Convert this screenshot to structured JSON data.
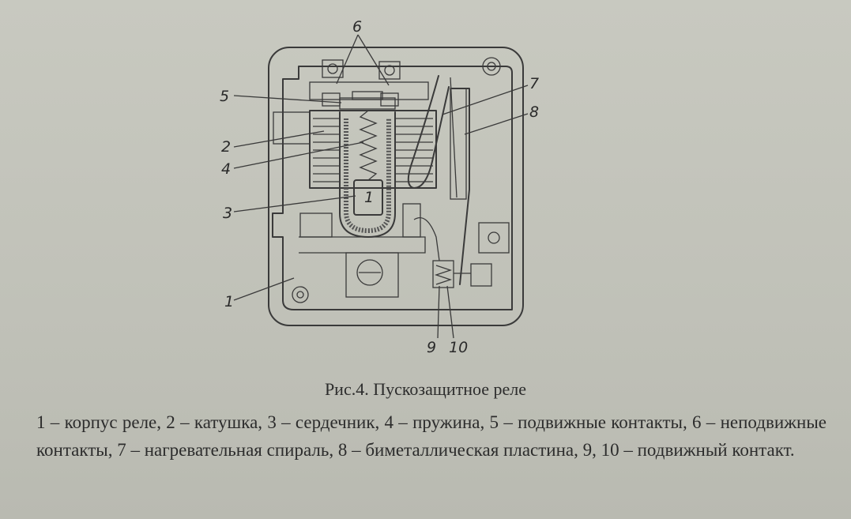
{
  "figure": {
    "labels": {
      "l1": "1",
      "l2": "2",
      "l3": "3",
      "l4": "4",
      "l5": "5",
      "l6": "6",
      "l7": "7",
      "l8": "8",
      "l9": "9",
      "l10": "10",
      "core": "1"
    }
  },
  "caption": {
    "title": "Рис.4. Пускозащитное реле",
    "body": "1 – корпус реле, 2 – катушка, 3 – сердечник, 4 – пружина, 5 – подвижные контакты, 6 – неподвижные контакты, 7 – нагревательная спираль, 8 – биметаллическая пластина, 9, 10 – подвижный контакт."
  }
}
